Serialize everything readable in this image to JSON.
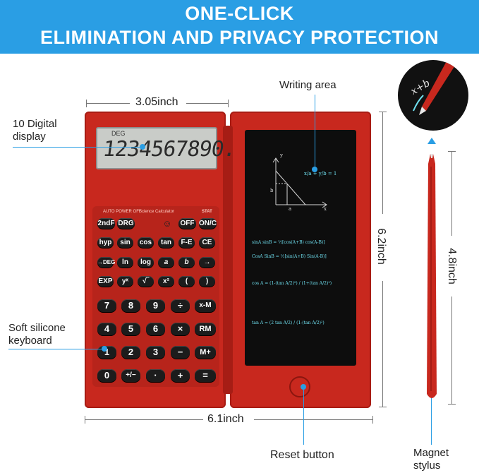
{
  "banner": {
    "line1": "ONE-CLICK",
    "line2": "ELIMINATION AND PRIVACY PROTECTION",
    "color": "#2a9ee4"
  },
  "dimensions": {
    "width_calc": "3.05inch",
    "width_total": "6.1inch",
    "height_calc": "6.2inch",
    "height_stylus": "4.8inch"
  },
  "callouts": {
    "display_line1": "10 Digital",
    "display_line2": "display",
    "writing_area": "Writing area",
    "keyboard_line1": "Soft silicone",
    "keyboard_line2": "keyboard",
    "reset_button": "Reset button",
    "stylus_line1": "Magnet",
    "stylus_line2": "stylus"
  },
  "lcd": {
    "mode": "DEG",
    "digits": "1234567890."
  },
  "keypad": {
    "header_left": "AUTO POWER OFF",
    "header_center": "Science Calculator",
    "header_right": "STAT",
    "rows": [
      [
        "2ndF",
        "DRG",
        "",
        "OFF",
        "ON/C"
      ],
      [
        "hyp",
        "sin",
        "cos",
        "tan",
        "F-E",
        "CE"
      ],
      [
        "→DEG",
        "ln",
        "log",
        "a",
        "b",
        "→"
      ],
      [
        "EXP",
        "yˣ",
        "√‾",
        "x²",
        "(",
        ")"
      ],
      [
        "7",
        "8",
        "9",
        "÷",
        "x-M"
      ],
      [
        "4",
        "5",
        "6",
        "×",
        "RM"
      ],
      [
        "1",
        "2",
        "3",
        "−",
        "M+"
      ],
      [
        "0",
        "+/−",
        "·",
        "+",
        "="
      ]
    ]
  },
  "board_formulas": [
    "x/a + y/b = 1",
    "sinA sinB = ½[cos(A+B) cos(A-B)]",
    "CosA SinB = ½[sin(A+B) Sin(A-B)]",
    "cos A = (1-(tan A/2)²) / (1+(tan A/2)²)",
    "tan A = (2 tan A/2) / (1-(tan A/2)²)"
  ],
  "colors": {
    "body_red": "#c8281e",
    "accent_cyan": "#2a9ee4"
  }
}
